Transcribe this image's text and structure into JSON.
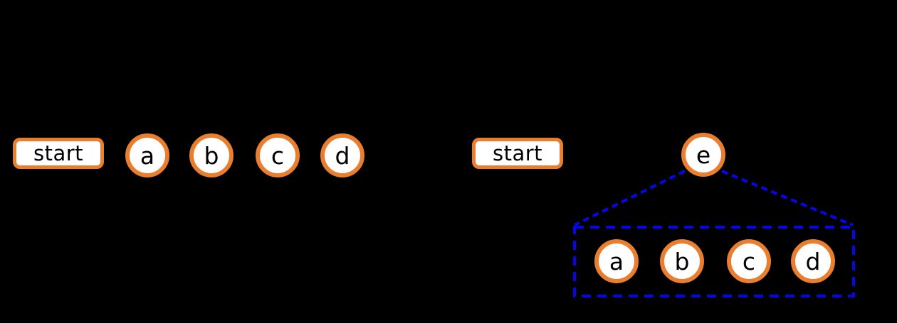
{
  "colors": {
    "background": "#000000",
    "node_border": "#E87E2E",
    "node_fill": "#FFFFFF",
    "label_text": "#000000",
    "dashed_line": "#0505EE"
  },
  "left_diagram": {
    "start_label": "start",
    "nodes": [
      "a",
      "b",
      "c",
      "d"
    ]
  },
  "right_diagram": {
    "start_label": "start",
    "root_label": "e",
    "group_nodes": [
      "a",
      "b",
      "c",
      "d"
    ]
  }
}
